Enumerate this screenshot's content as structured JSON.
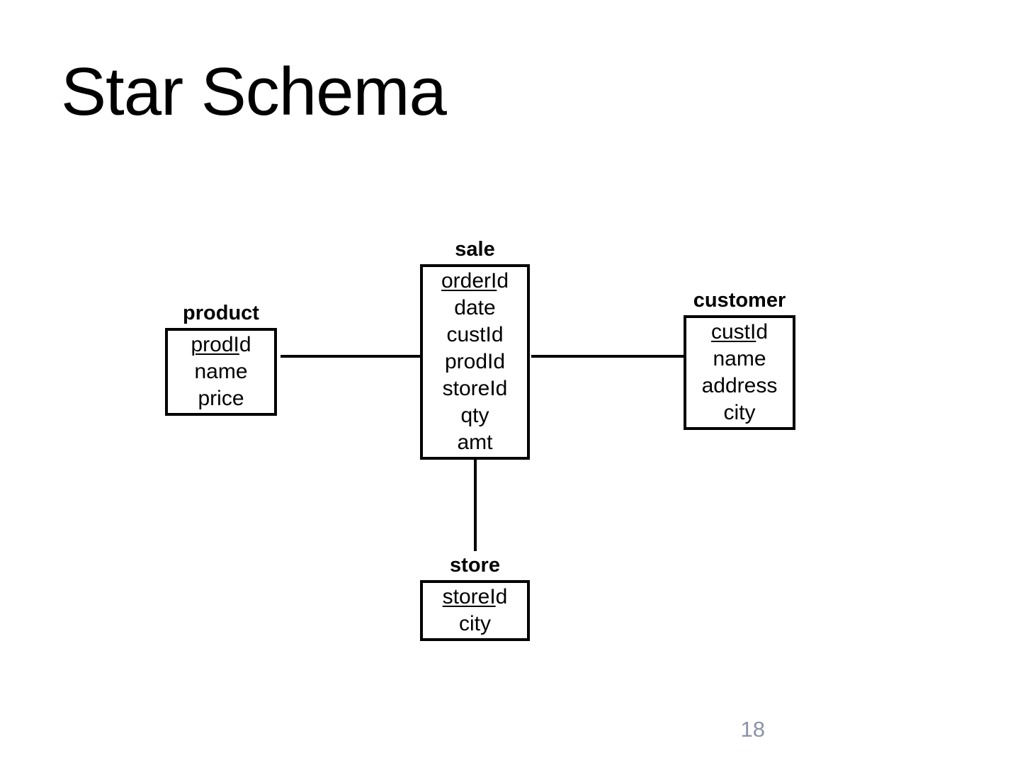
{
  "slide": {
    "title": "Star Schema",
    "page_number": "18"
  },
  "colors": {
    "text": "#000000",
    "box_border": "#000000",
    "connector": "#000000",
    "page_number": "#8B93A6",
    "background": "#FFFFFF"
  },
  "entities": {
    "sale": {
      "label": "sale",
      "fields": [
        {
          "text": "orderId",
          "underline_prefix": "orderI"
        },
        {
          "text": "date"
        },
        {
          "text": "custId"
        },
        {
          "text": "prodId"
        },
        {
          "text": "storeId"
        },
        {
          "text": "qty"
        },
        {
          "text": "amt"
        }
      ]
    },
    "product": {
      "label": "product",
      "fields": [
        {
          "text": "prodId",
          "underline_prefix": "prodI"
        },
        {
          "text": "name"
        },
        {
          "text": "price"
        }
      ]
    },
    "customer": {
      "label": "customer",
      "fields": [
        {
          "text": "custId",
          "underline_prefix": "custI"
        },
        {
          "text": "name"
        },
        {
          "text": "address"
        },
        {
          "text": "city"
        }
      ]
    },
    "store": {
      "label": "store",
      "fields": [
        {
          "text": "storeId",
          "underline_prefix": "storeI"
        },
        {
          "text": "city"
        }
      ]
    }
  },
  "connectors": [
    {
      "from": "product",
      "to": "sale",
      "orientation": "horizontal"
    },
    {
      "from": "sale",
      "to": "customer",
      "orientation": "horizontal"
    },
    {
      "from": "sale",
      "to": "store",
      "orientation": "vertical"
    }
  ]
}
